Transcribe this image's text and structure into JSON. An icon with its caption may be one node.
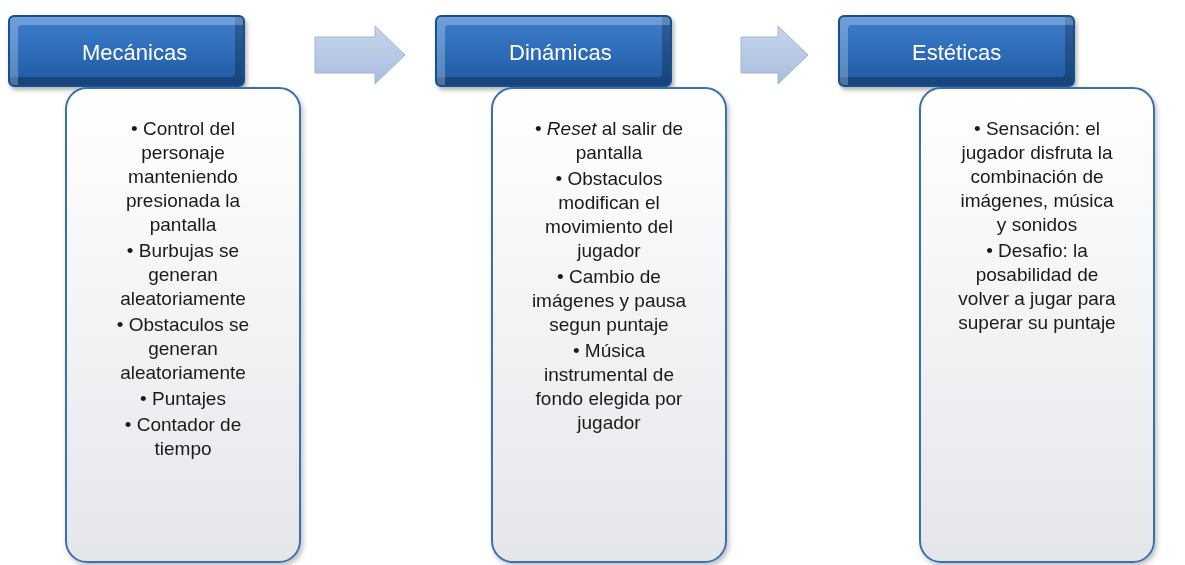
{
  "diagram": {
    "nodes": [
      {
        "text": [
          "Mecánicas"
        ]
      },
      {
        "text": [
          "• Control del personaje manteniendo presionada la pantalla",
          "• Burbujas se generan aleatoriamente",
          "• Obstaculos se generan aleatoriamente",
          "• Puntajes",
          "• Contador de tiempo"
        ]
      },
      {
        "text": [
          "Dinámicas"
        ]
      },
      {
        "text": [
          "• *Reset* al salir de pantalla",
          "• Obstaculos modifican el movimiento del jugador",
          "• Cambio de imágenes y pausa segun puntaje",
          "• Música instrumental de fondo elegida por jugador"
        ]
      },
      {
        "text": [
          "Estéticas"
        ]
      },
      {
        "text": [
          "• Sensación: el jugador disfruta la combinación de imágenes, música y sonidos",
          "• Desafio: la posabilidad de volver a jugar para superar su puntaje"
        ]
      }
    ],
    "edges": [
      {
        "from": 0,
        "to": 2,
        "arrow": "to"
      },
      {
        "from": 2,
        "to": 4,
        "arrow": "to"
      }
    ]
  }
}
